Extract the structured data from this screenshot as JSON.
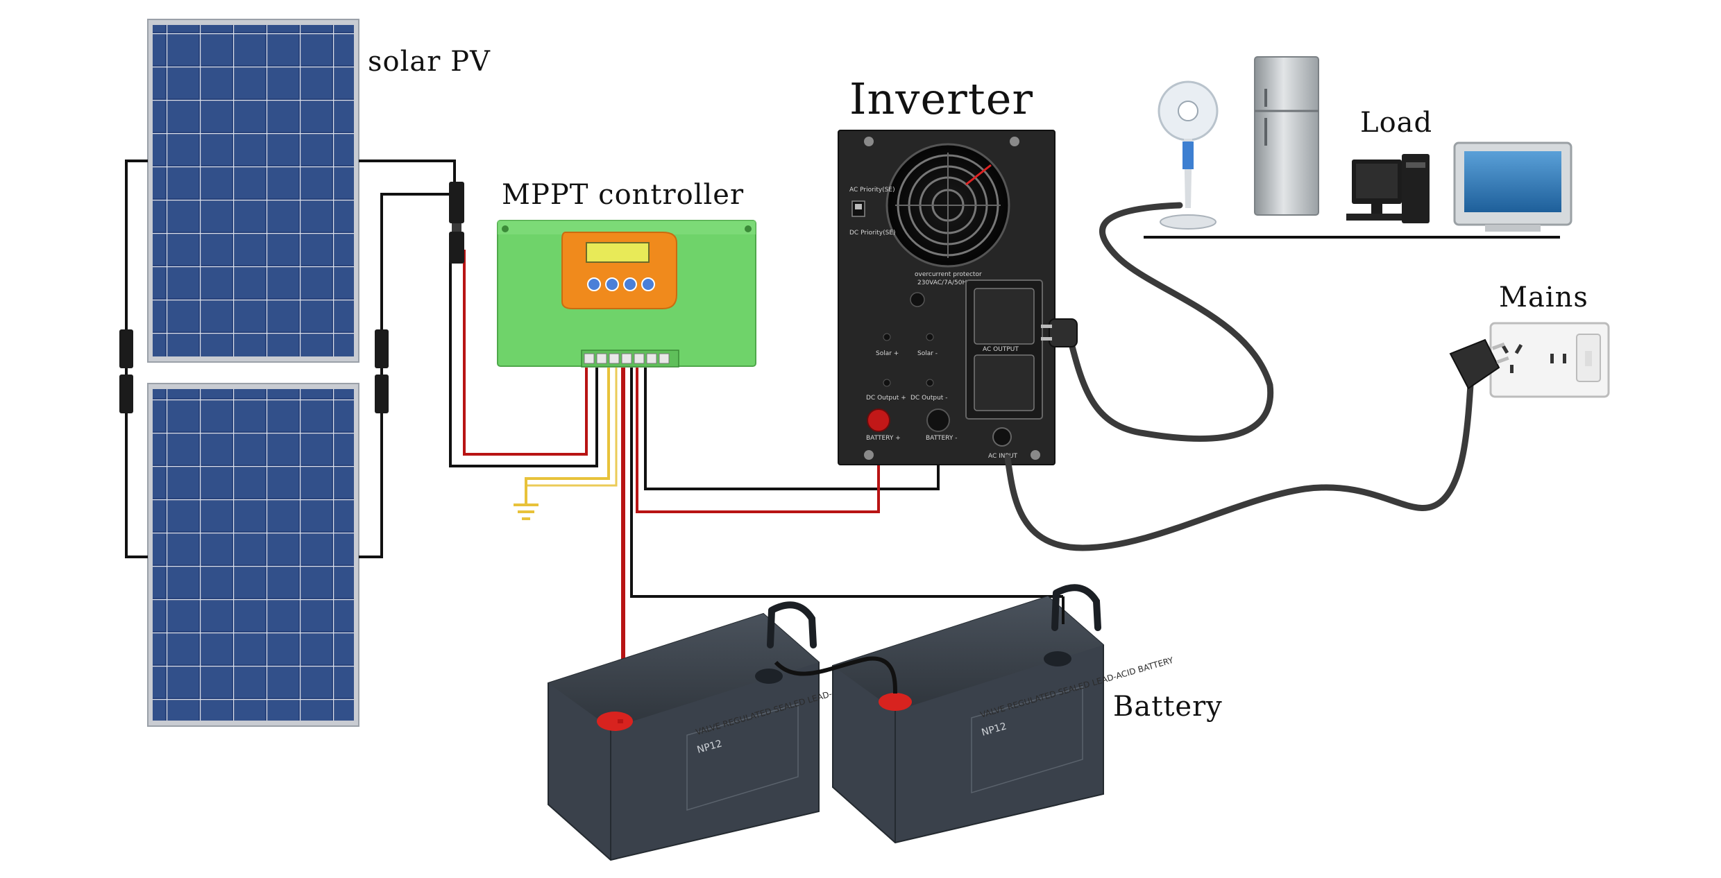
{
  "labels": {
    "solar_pv": "solar PV",
    "mppt_controller": "MPPT controller",
    "inverter": "Inverter",
    "load": "Load",
    "mains": "Mains",
    "battery": "Battery"
  },
  "inverter_panel": {
    "switch_top": "AC Priority(SE)",
    "switch_bottom": "DC Priority(SE)",
    "protector_title": "overcurrent protector",
    "protector_rating": "230VAC/7A/50Hz",
    "solar_plus": "Solar +",
    "solar_minus": "Solar -",
    "ac_output": "AC OUTPUT",
    "dc_plus": "DC Output +",
    "dc_minus": "DC Output -",
    "battery_plus": "BATTERY +",
    "battery_minus": "BATTERY -",
    "ac_input": "AC INPUT"
  },
  "battery_label": {
    "header": "VALVE REGULATED SEALED LEAD-ACID BATTERY",
    "model": "NP12"
  },
  "colors": {
    "wire_black": "#111111",
    "wire_red": "#b81414",
    "wire_yellow": "#e8c23a",
    "cord": "#3a3a3a",
    "panel_blue": "#2a3f72",
    "panel_frame": "#c9ccd2",
    "controller_green": "#6fd36a",
    "controller_orange": "#f08a1c",
    "lcd_yellow": "#e8ea58",
    "inverter_body": "#262626",
    "battery_body": "#3a414b",
    "terminal_red": "#d8231f"
  }
}
